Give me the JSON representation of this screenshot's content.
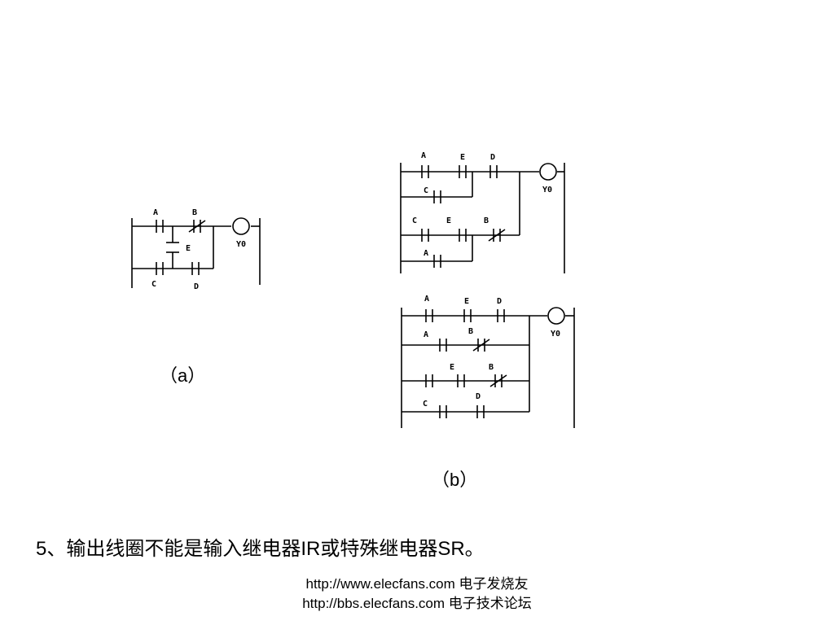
{
  "diagram_a": {
    "caption": "（a）",
    "labels": {
      "a": "A",
      "b": "B",
      "e": "E",
      "c": "C",
      "d": "D",
      "coil": "Y0"
    }
  },
  "diagram_b1": {
    "labels": {
      "a1": "A",
      "e1": "E",
      "d1": "D",
      "coil": "Y0",
      "c1": "C",
      "c2": "C",
      "e2": "E",
      "b": "B",
      "a2": "A"
    }
  },
  "diagram_b2": {
    "caption": "（b）",
    "labels": {
      "a1": "A",
      "e1": "E",
      "d1": "D",
      "coil": "Y0",
      "a2": "A",
      "b1": "B",
      "e2": "E",
      "b2": "B",
      "c": "C",
      "d2": "D"
    }
  },
  "rule_text": "5、输出线圈不能是输入继电器IR或特殊继电器SR。",
  "footer_text": "http://www.elecfans.com 电子发烧友 http://bbs.elecfans.com 电子技术论坛"
}
